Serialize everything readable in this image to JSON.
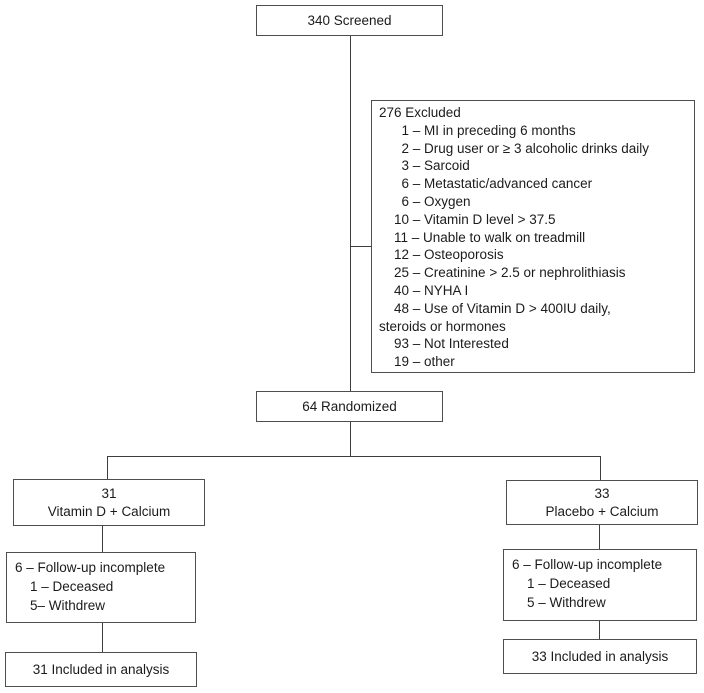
{
  "flowchart": {
    "screened": {
      "label": "340 Screened"
    },
    "excluded": {
      "lines": [
        "276 Excluded",
        "      1 – MI in preceding 6 months",
        "      2 – Drug user or ≥ 3 alcoholic drinks daily",
        "      3 – Sarcoid",
        "      6 – Metastatic/advanced cancer",
        "      6 – Oxygen",
        "    10 – Vitamin D level > 37.5",
        "    11 – Unable to walk on treadmill",
        "    12 – Osteoporosis",
        "    25 – Creatinine > 2.5 or nephrolithiasis",
        "    40 – NYHA I",
        "    48 – Use of Vitamin D > 400IU daily,",
        "steroids or hormones",
        "    93 – Not Interested",
        "    19 – other"
      ]
    },
    "randomized": {
      "label": "64 Randomized"
    },
    "arm_vitamin_d": {
      "count": "31",
      "name": "Vitamin D + Calcium"
    },
    "arm_placebo": {
      "count": "33",
      "name": "Placebo + Calcium"
    },
    "followup_vitamin_d": {
      "lines": [
        "6 – Follow-up incomplete",
        "    1 – Deceased",
        "    5– Withdrew"
      ]
    },
    "followup_placebo": {
      "lines": [
        "6 – Follow-up incomplete",
        "    1 – Deceased",
        "    5 – Withdrew"
      ]
    },
    "included_vitamin_d": {
      "label": "31 Included in analysis"
    },
    "included_placebo": {
      "label": "33 Included in analysis"
    }
  }
}
